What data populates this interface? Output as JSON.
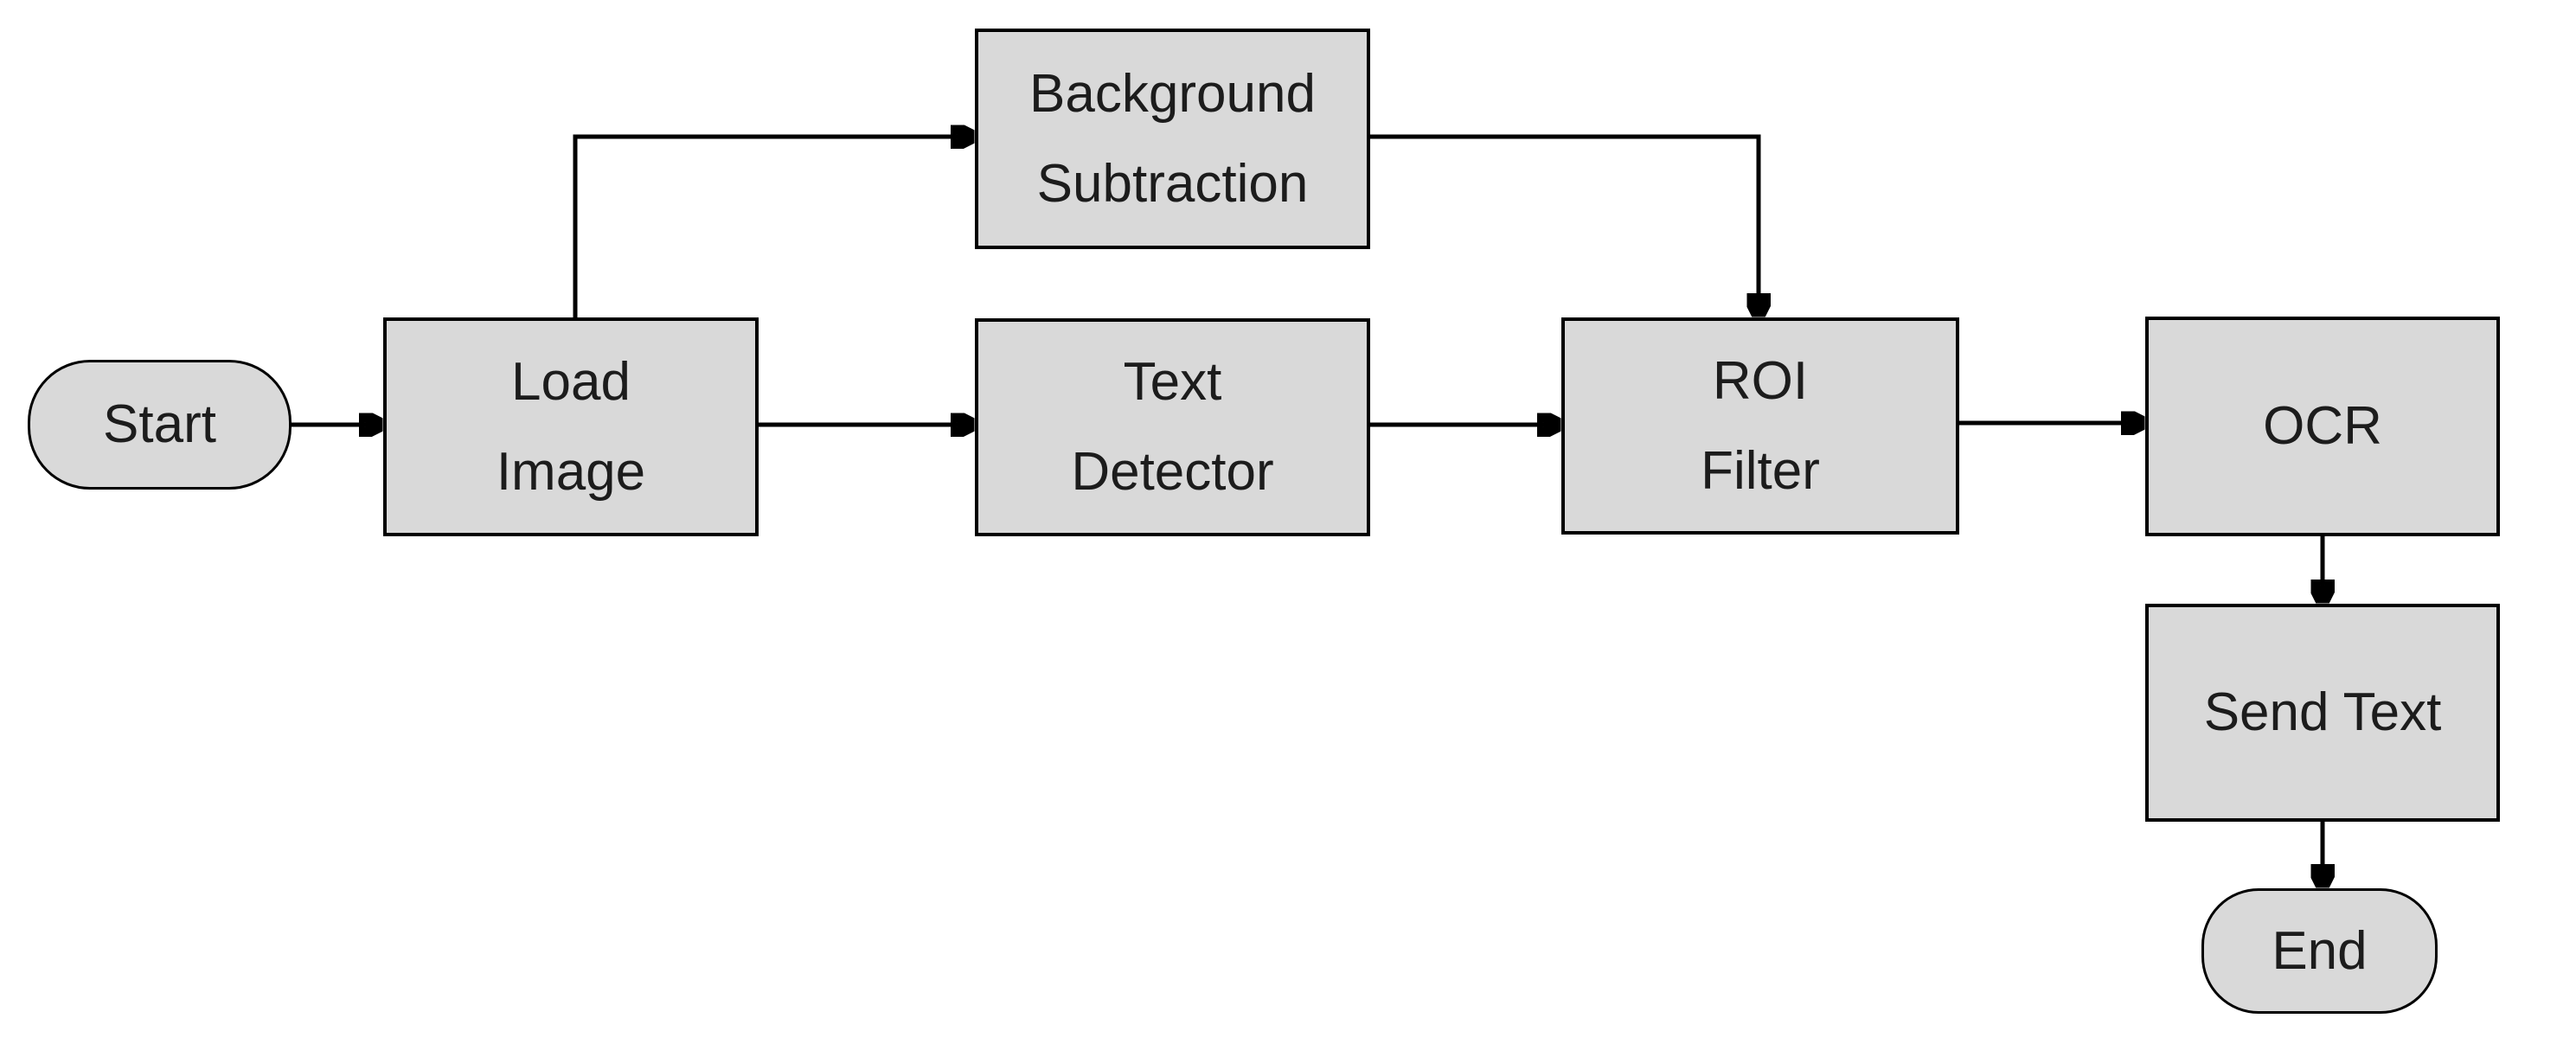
{
  "diagram": {
    "type": "flowchart",
    "colors": {
      "node_fill": "#d9d9d9",
      "node_border": "#000000",
      "edge_color": "#000000",
      "text_color": "#1c1c1c",
      "canvas_bg": "#ffffff"
    },
    "nodes": {
      "start": {
        "label": "Start",
        "shape": "stadium"
      },
      "load_image": {
        "label": "Load\nImage",
        "shape": "rect"
      },
      "background_subtraction": {
        "label": "Background\nSubtraction",
        "shape": "rect"
      },
      "text_detector": {
        "label": "Text\nDetector",
        "shape": "rect"
      },
      "roi_filter": {
        "label": "ROI\nFilter",
        "shape": "rect"
      },
      "ocr": {
        "label": "OCR",
        "shape": "rect"
      },
      "send_text": {
        "label": "Send Text",
        "shape": "rect"
      },
      "end": {
        "label": "End",
        "shape": "stadium"
      }
    },
    "edges": [
      {
        "from": "start",
        "to": "load_image"
      },
      {
        "from": "load_image",
        "to": "background_subtraction"
      },
      {
        "from": "load_image",
        "to": "text_detector"
      },
      {
        "from": "background_subtraction",
        "to": "roi_filter"
      },
      {
        "from": "text_detector",
        "to": "roi_filter"
      },
      {
        "from": "roi_filter",
        "to": "ocr"
      },
      {
        "from": "ocr",
        "to": "send_text"
      },
      {
        "from": "send_text",
        "to": "end"
      }
    ]
  }
}
